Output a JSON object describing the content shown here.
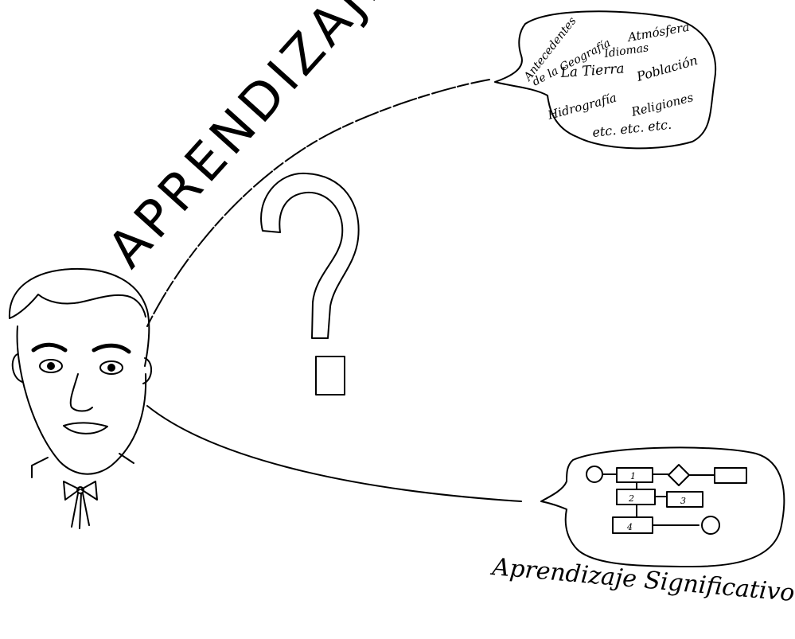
{
  "title_word": "APRENDIZAJE",
  "question_mark": "?",
  "topic_bubble": {
    "words": [
      "Antecedentes",
      "de la Geografía",
      "Atmósfera",
      "Idiomas",
      "La Tierra",
      "Población",
      "Hidrografía",
      "Religiones",
      "etc. etc. etc."
    ]
  },
  "diagram_bubble": {
    "box_labels": [
      "1",
      "2",
      "3",
      "4"
    ]
  },
  "bottom_caption": "Aprendizaje Significativo"
}
